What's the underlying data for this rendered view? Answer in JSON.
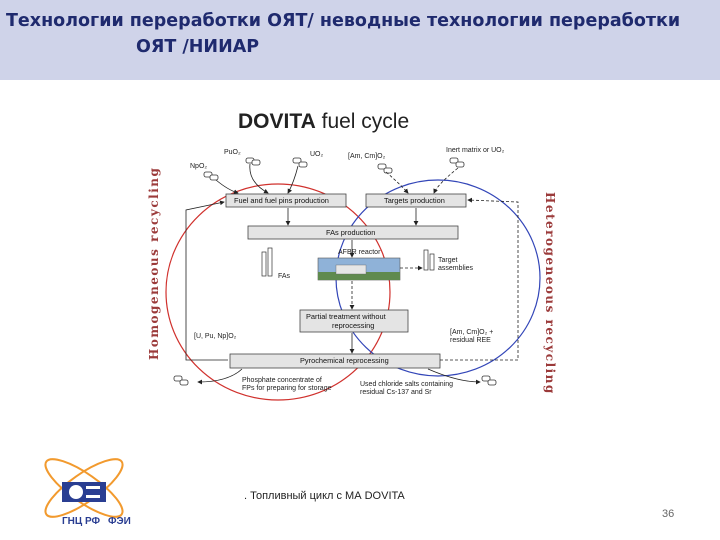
{
  "header": {
    "title_line1": "Технологии переработки ОЯТ/ неводные технологии переработки",
    "title_line2": "ОЯТ /НИИАР"
  },
  "diagram": {
    "title_bold": "DOVITA",
    "title_rest": " fuel cycle",
    "side_left": "Homogeneous recycling",
    "side_right": "Heterogeneous recycling",
    "labels": {
      "puo2": "PuO₂",
      "uo2": "UO₂",
      "npo2": "NpO₂",
      "amcm": "[Am, Cm]O₂",
      "inert": "Inert matrix or UO₂",
      "fuel_box": "Fuel and fuel pins production",
      "targets_box": "Targets production",
      "fas_box": "FAs production",
      "reactor": "AFBR reactor",
      "target_assemblies_1": "Target",
      "target_assemblies_2": "assemblies",
      "fas": "FAs",
      "partial_1": "Partial treatment without",
      "partial_2": "reprocessing",
      "upunp": "[U, Pu, Np]O₂",
      "amcm_ree_1": "[Am, Cm]O₂ +",
      "amcm_ree_2": "residual REE",
      "pyro_box": "Pyrochemical reprocessing",
      "phosphate_1": "Phosphate concentrate of",
      "phosphate_2": "FPs for preparing for storage",
      "chloride_1": "Used chloride salts containing",
      "chloride_2": "residual Cs-137 and Sr"
    }
  },
  "caption": ". Топливный цикл с МА DOVITA",
  "page_number": "36",
  "logo": {
    "text_left": "ГНЦ РФ",
    "text_right": "ФЭИ"
  },
  "colors": {
    "header_bg": "#cfd3e9",
    "title": "#1f2a6e",
    "red_loop": "#d0312d",
    "blue_loop": "#3346b8"
  }
}
